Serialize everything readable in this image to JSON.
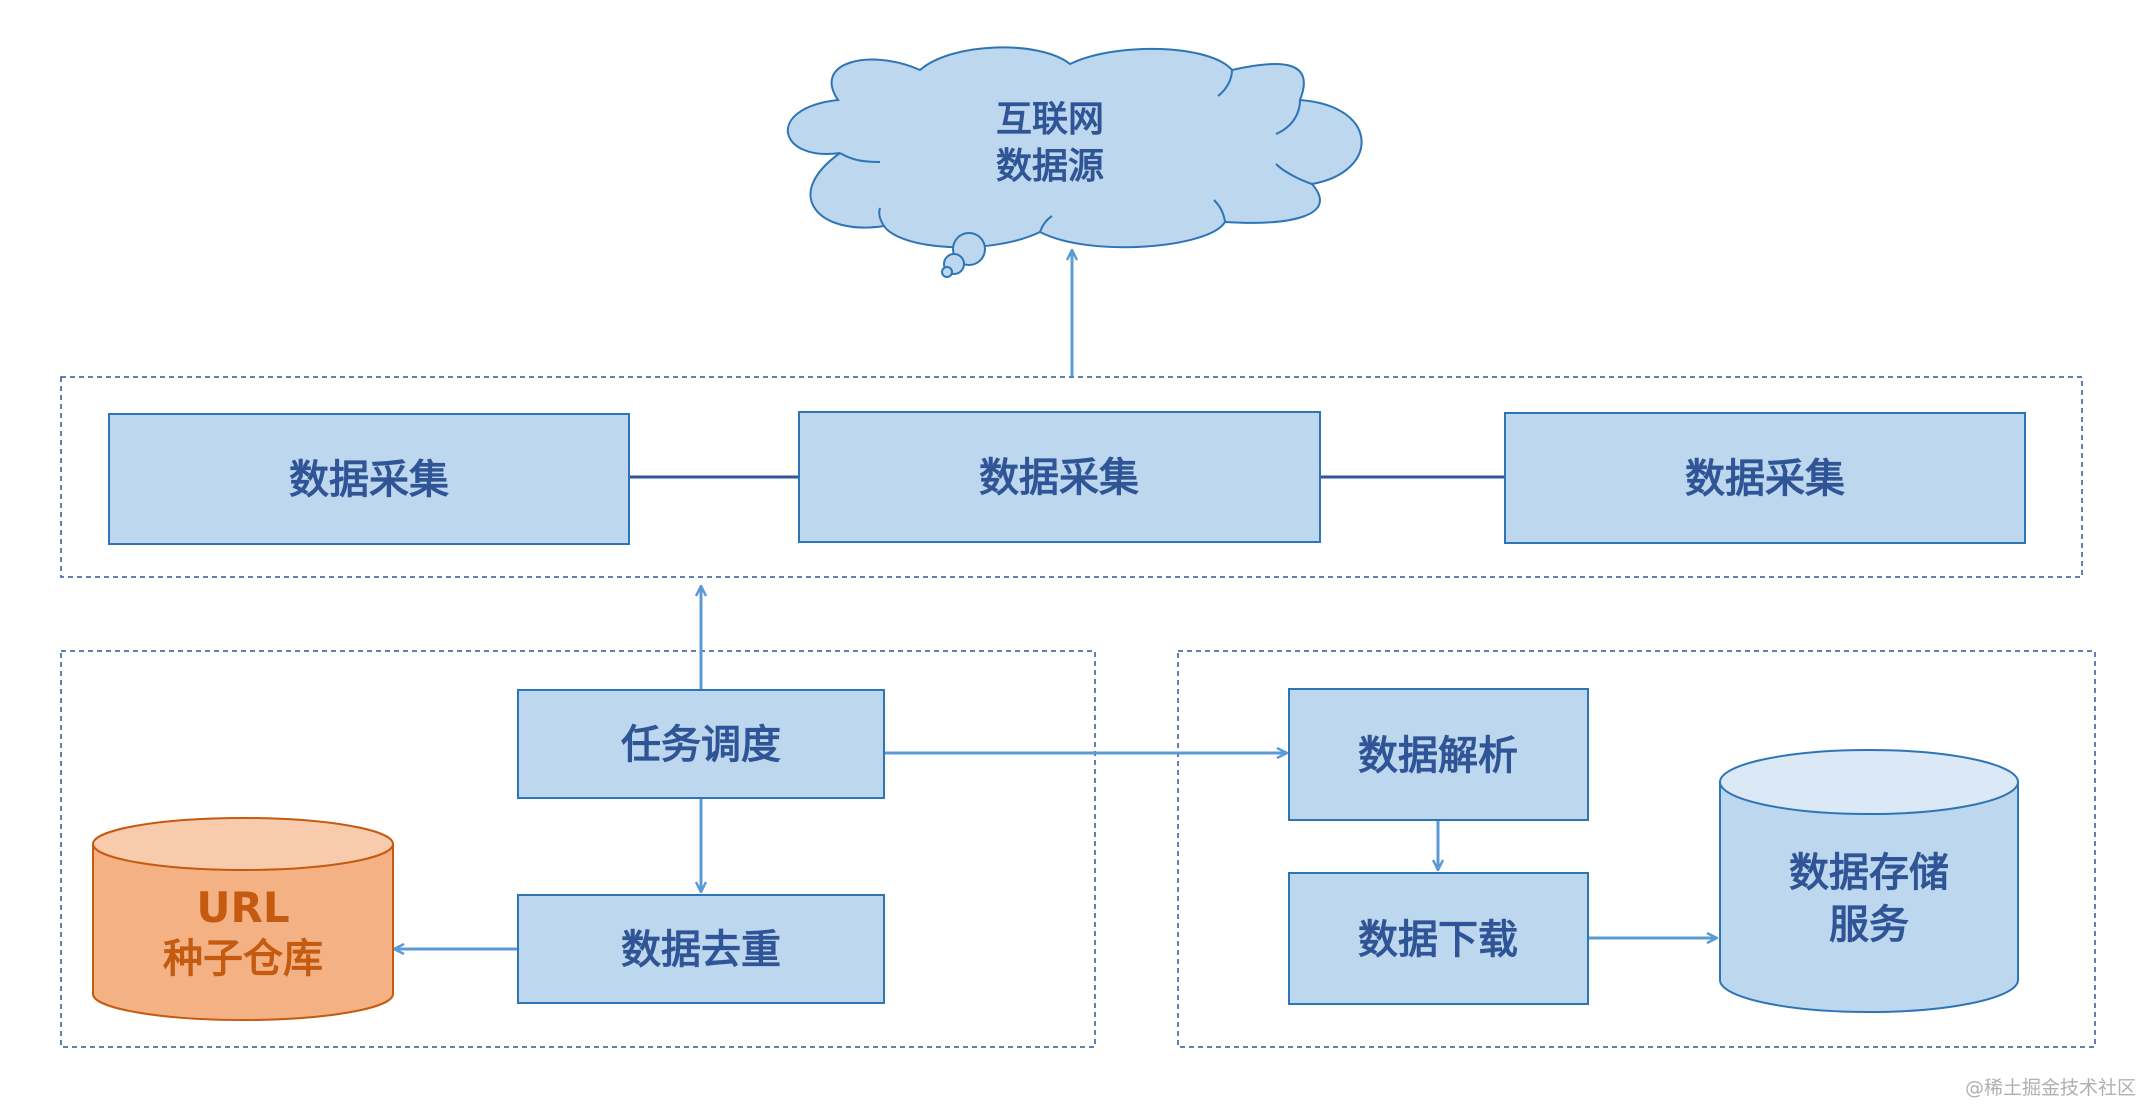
{
  "diagram": {
    "cloud": {
      "line1": "互联网",
      "line2": "数据源"
    },
    "collectors": [
      "数据采集",
      "数据采集",
      "数据采集"
    ],
    "scheduler": "任务调度",
    "dedup": "数据去重",
    "url_store": {
      "line1": "URL",
      "line2": "种子仓库"
    },
    "parser": "数据解析",
    "downloader": "数据下载",
    "storage": {
      "line1": "数据存储",
      "line2": "服务"
    }
  },
  "watermark": "@稀土掘金技术社区",
  "colors": {
    "box_fill": "#bdd7ee",
    "box_stroke": "#2e75b6",
    "text_blue": "#2f5597",
    "orange_fill": "#f4b183",
    "orange_stroke": "#c55a11",
    "arrow": "#5b9bd5"
  }
}
